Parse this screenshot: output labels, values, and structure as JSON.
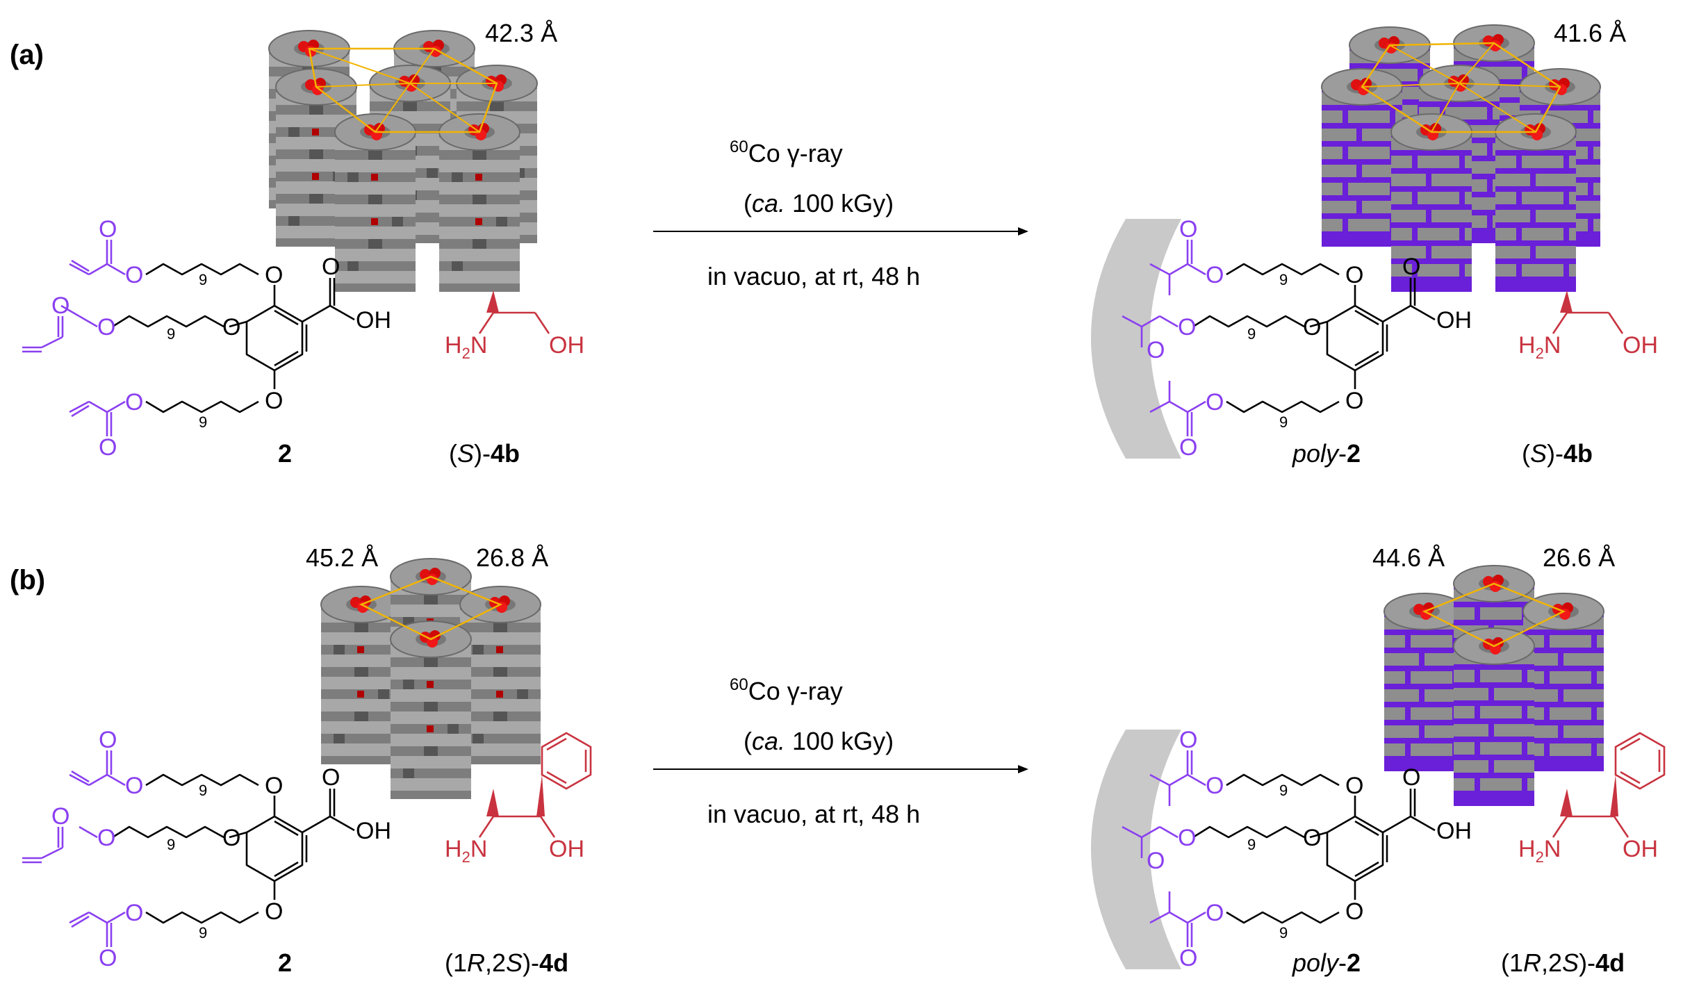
{
  "panels": [
    {
      "label": "(a)",
      "lattice_left": "42.3 Å",
      "lattice_right": "41.6 Å",
      "arrow_top": "γ-ray",
      "arrow_isotope_sup": "60",
      "arrow_isotope": "Co",
      "arrow_mid_italic": "ca.",
      "arrow_mid_rest": " 100 kGy)",
      "arrow_bottom": "in vacuo, at rt, 48 h",
      "monomer_label": "2",
      "polymer_label_italic": "poly",
      "polymer_label_bold": "2",
      "amine_label_prefix": "(",
      "amine_label_italic": "S",
      "amine_label_mid": ")-",
      "amine_label_bold": "4b",
      "chain_index": "9"
    },
    {
      "label": "(b)",
      "lattice_left_a": "45.2 Å",
      "lattice_left_b": "26.8 Å",
      "lattice_right_a": "44.6 Å",
      "lattice_right_b": "26.6 Å",
      "arrow_top": "γ-ray",
      "arrow_isotope_sup": "60",
      "arrow_isotope": "Co",
      "arrow_mid_italic": "ca.",
      "arrow_mid_rest": " 100 kGy)",
      "arrow_bottom": "in vacuo, at rt, 48 h",
      "monomer_label": "2",
      "polymer_label_italic": "poly",
      "polymer_label_bold": "2",
      "amine_label_prefix": "(1",
      "amine_label_italic": "R",
      "amine_label_mid": ",2",
      "amine_label_italic2": "S",
      "amine_label_mid2": ")-",
      "amine_label_bold": "4d",
      "chain_index": "9"
    }
  ],
  "atoms": {
    "O": "O",
    "OH": "OH",
    "H2N_H": "H",
    "H2N_sub": "2",
    "H2N_N": "N"
  },
  "colors": {
    "acrylate": "#8a3ff0",
    "amine": "#c8333f",
    "column": "#8a8a8a",
    "column_dark": "#5e5e5e",
    "polymer_band": "#6a1fd8",
    "core": "#e01010",
    "lattice_line": "#f2b400",
    "arc": "#c9c9c9",
    "text": "#000000"
  }
}
